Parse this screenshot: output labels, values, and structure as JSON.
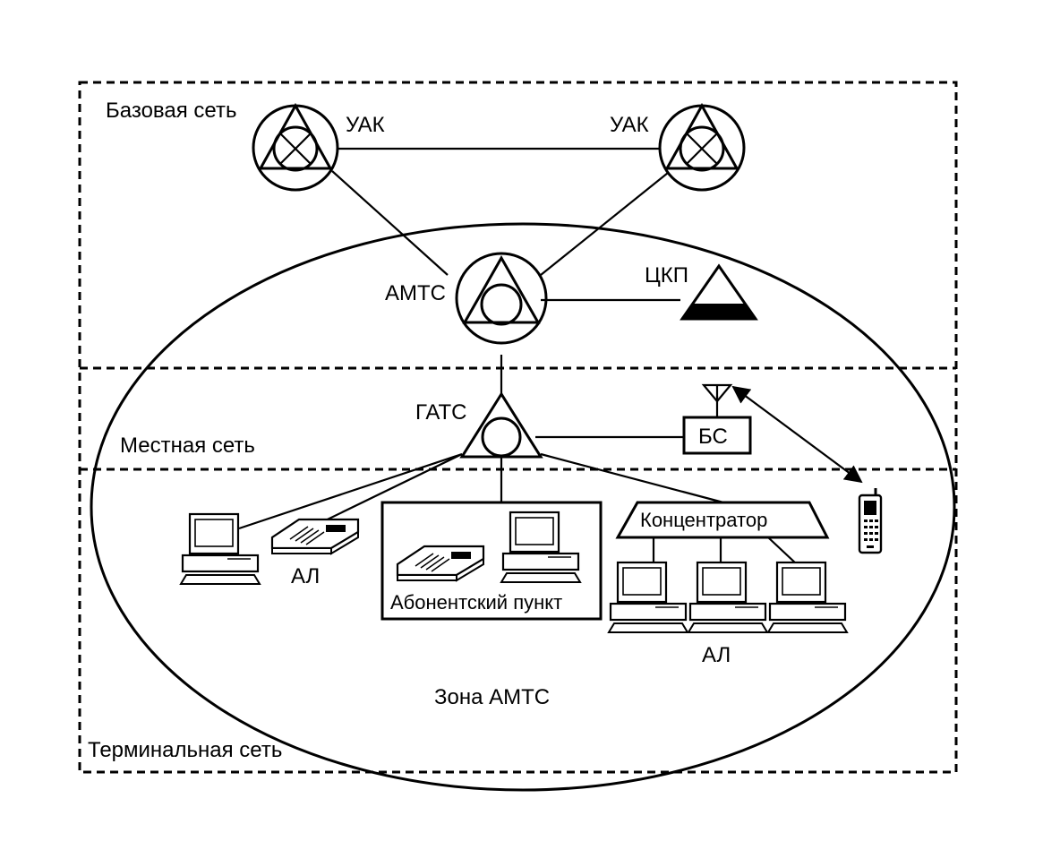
{
  "regions": {
    "base": "Базовая сеть",
    "local": "Местная сеть",
    "terminal": "Терминальная сеть",
    "zone": "Зона АМТС"
  },
  "nodes": {
    "uak_left": "УАК",
    "uak_right": "УАК",
    "amts": "АМТС",
    "ckp": "ЦКП",
    "gats": "ГАТС",
    "bs": "БС",
    "concentrator": "Концентратор",
    "subscriber_point": "Абонентский пункт",
    "al_left": "АЛ",
    "al_right": "АЛ"
  },
  "icons": {
    "uak": "switching-node-icon",
    "amts": "amts-node-icon",
    "ckp": "ckp-triangle-icon",
    "gats": "gats-node-icon",
    "antenna": "antenna-icon",
    "computer": "computer-icon",
    "fax": "fax-telephone-icon",
    "mobile": "mobile-phone-icon"
  }
}
